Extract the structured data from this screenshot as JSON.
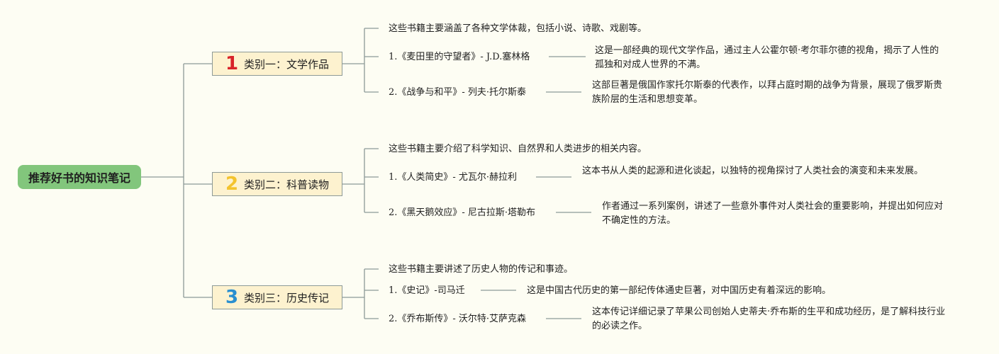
{
  "root": {
    "title": "推荐好书的知识笔记"
  },
  "categories": [
    {
      "number": "1",
      "number_color": "#d8232a",
      "label": "类别一：文学作品",
      "summary": "这些书籍主要涵盖了各种文学体裁，包括小说、诗歌、戏剧等。",
      "books": [
        {
          "title": "1.《麦田里的守望者》- J.D.塞林格",
          "desc": "这是一部经典的现代文学作品，通过主人公霍尔顿·考尔菲尔德的视角，揭示了人性的孤独和对成人世界的不满。"
        },
        {
          "title": "2.《战争与和平》- 列夫·托尔斯泰",
          "desc": "这部巨著是俄国作家托尔斯泰的代表作，以拜占庭时期的战争为背景，展现了俄罗斯贵族阶层的生活和思想变革。"
        }
      ]
    },
    {
      "number": "2",
      "number_color": "#f3c32e",
      "label": "类别二：科普读物",
      "summary": "这些书籍主要介绍了科学知识、自然界和人类进步的相关内容。",
      "books": [
        {
          "title": "1.《人类简史》- 尤瓦尔·赫拉利",
          "desc": "这本书从人类的起源和进化谈起，以独特的视角探讨了人类社会的演变和未来发展。"
        },
        {
          "title": "2.《黑天鹅效应》- 尼古拉斯·塔勒布",
          "desc": "作者通过一系列案例，讲述了一些意外事件对人类社会的重要影响，并提出如何应对不确定性的方法。"
        }
      ]
    },
    {
      "number": "3",
      "number_color": "#2a8fd0",
      "label": "类别三：历史传记",
      "summary": "这些书籍主要讲述了历史人物的传记和事迹。",
      "books": [
        {
          "title": "1.《史记》-司马迁",
          "desc": "这是中国古代历史的第一部纪传体通史巨著，对中国历史有着深远的影响。"
        },
        {
          "title": "2.《乔布斯传》- 沃尔特·艾萨克森",
          "desc": "这本传记详细记录了苹果公司创始人史蒂夫·乔布斯的生平和成功经历，是了解科技行业的必读之作。"
        }
      ]
    }
  ]
}
